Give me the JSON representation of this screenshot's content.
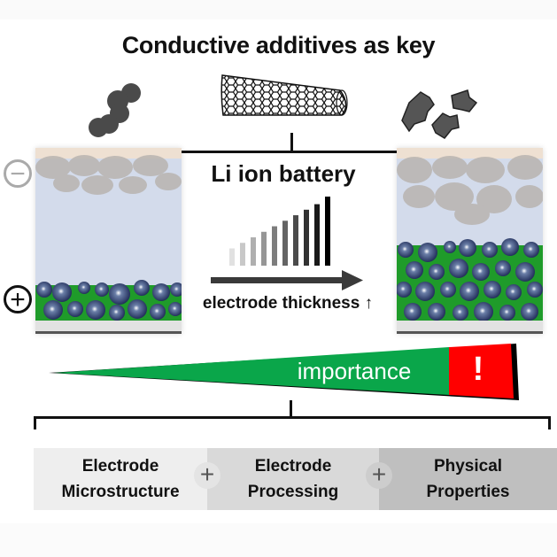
{
  "title": "Conductive additives as key",
  "additives": [
    {
      "name": "carbon-black-particles"
    },
    {
      "name": "carbon-nanotube"
    },
    {
      "name": "graphite-flakes"
    }
  ],
  "battery": {
    "label": "Li ion battery",
    "negative_sign": "−",
    "positive_sign": "+",
    "thickness_label": "electrode thickness ↑",
    "bar_levels": [
      0.25,
      0.33,
      0.41,
      0.49,
      0.57,
      0.65,
      0.73,
      0.81,
      0.89,
      1.0
    ]
  },
  "importance": {
    "label": "importance",
    "alert": "!",
    "colors": {
      "green": "#0aa64a",
      "red": "#ff0000"
    }
  },
  "factors": [
    {
      "line1": "Electrode",
      "line2": "Microstructure",
      "color": "#eeeeee"
    },
    {
      "line1": "Electrode",
      "line2": "Processing",
      "color": "#d9d9d9"
    },
    {
      "line1": "Physical",
      "line2": "Properties",
      "color": "#bfbfbf"
    }
  ],
  "connector": "+"
}
